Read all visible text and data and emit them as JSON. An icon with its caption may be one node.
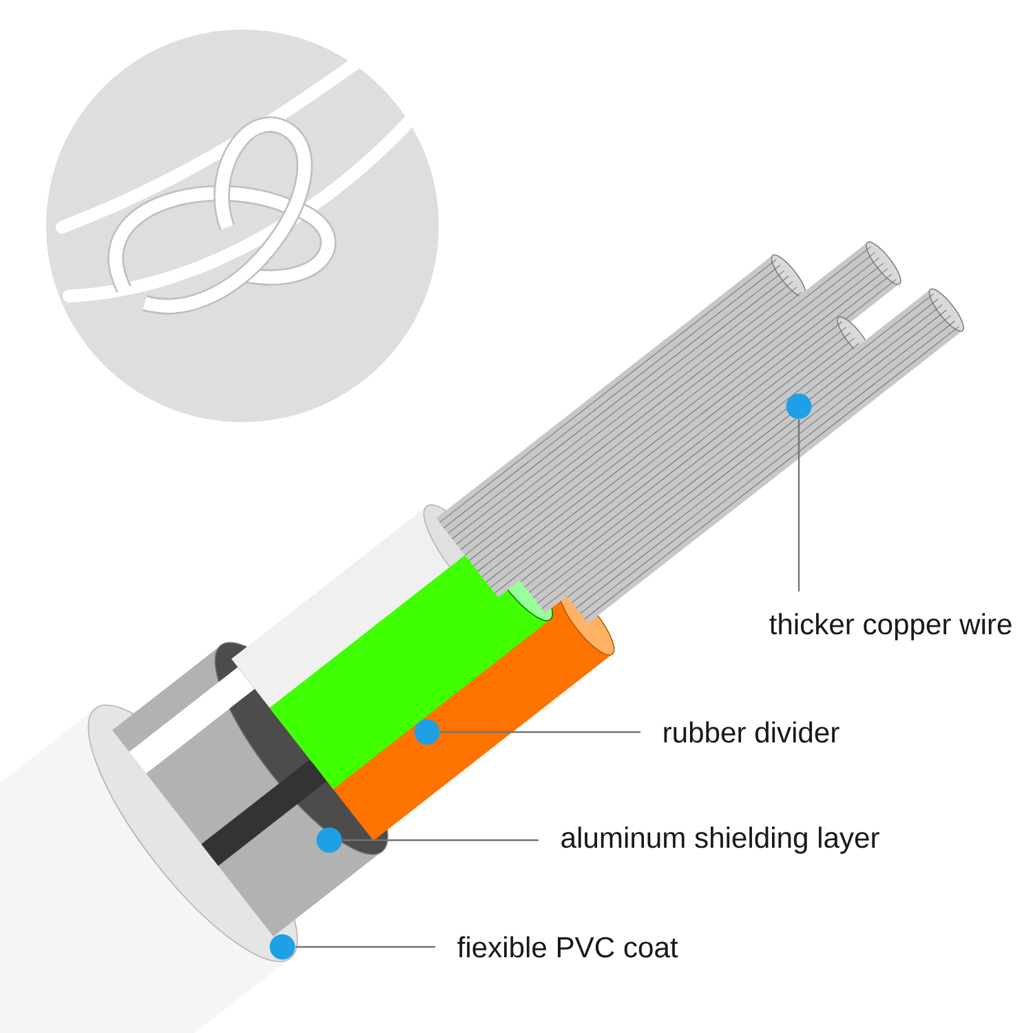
{
  "diagram": {
    "nodes": [
      {
        "text": [
          "thicker copper wire"
        ]
      },
      {
        "text": [],
        "shape": "circle"
      },
      {
        "text": [
          "rubber divider"
        ]
      },
      {
        "text": [],
        "shape": "circle"
      },
      {
        "text": [
          "aluminum shielding layer"
        ]
      },
      {
        "text": [],
        "shape": "circle"
      },
      {
        "text": [
          "fiexible PVC coat"
        ]
      },
      {
        "text": [],
        "shape": "circle"
      }
    ],
    "edges": [
      {
        "from": 0,
        "to": 1,
        "arrow": "none"
      },
      {
        "from": 2,
        "to": 3,
        "arrow": "none"
      },
      {
        "from": 4,
        "to": 5,
        "arrow": "none"
      },
      {
        "from": 6,
        "to": 7,
        "arrow": "none"
      }
    ]
  }
}
